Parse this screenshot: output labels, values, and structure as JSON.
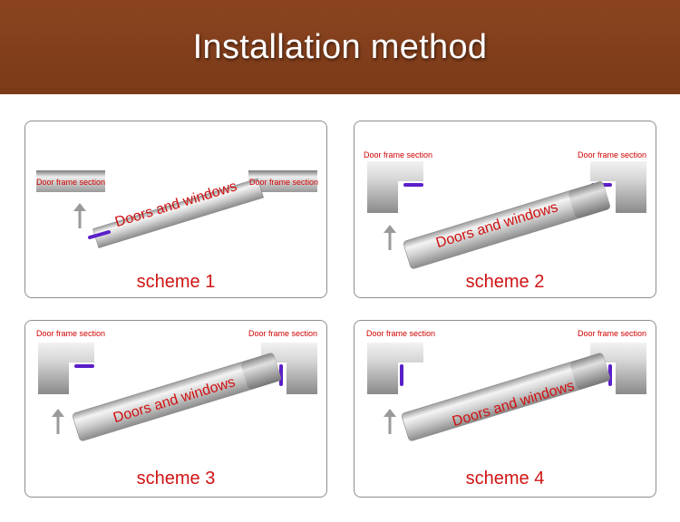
{
  "header": {
    "title": "Installation method"
  },
  "colors": {
    "banner": "#7c3a18",
    "accent_red": "#d01414",
    "seal_purple": "#5a1fc9"
  },
  "schemes": [
    {
      "frame_label_left": "Door frame section",
      "frame_label_right": "Door frame section",
      "pipe_label": "Doors and windows",
      "caption": "scheme 1"
    },
    {
      "frame_label_left": "Door frame section",
      "frame_label_right": "Door frame section",
      "pipe_label": "Doors and windows",
      "caption": "scheme 2"
    },
    {
      "frame_label_left": "Door frame section",
      "frame_label_right": "Door frame section",
      "pipe_label": "Doors and windows",
      "caption": "scheme 3"
    },
    {
      "frame_label_left": "Door frame section",
      "frame_label_right": "Door frame section",
      "pipe_label": "Doors and windows",
      "caption": "scheme 4"
    }
  ]
}
